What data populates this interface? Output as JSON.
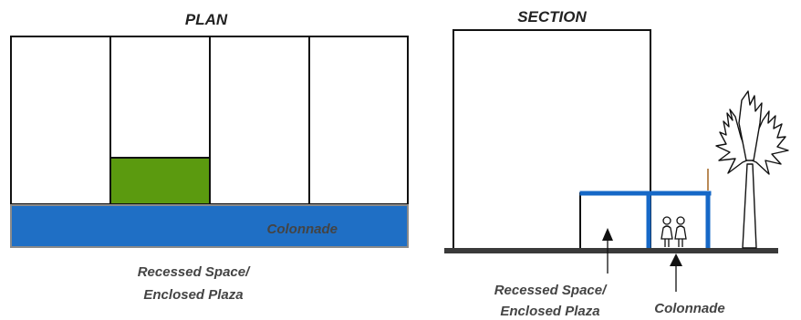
{
  "plan": {
    "title": "PLAN",
    "colonnade_label": "Colonnade",
    "caption_line1": "Recessed Space/",
    "caption_line2": "Enclosed Plaza"
  },
  "section": {
    "title": "SECTION",
    "recessed_label_line1": "Recessed Space/",
    "recessed_label_line2": "Enclosed Plaza",
    "colonnade_label": "Colonnade"
  },
  "colors": {
    "outline": "#111111",
    "colonnade_fill": "#1F6FC5",
    "colonnade_frame": "#1668C7",
    "plaza_fill": "#5B9A0F",
    "ground": "#3A3A3A",
    "caption_text": "#444444",
    "pole": "#B98A57"
  },
  "icons": {
    "people": "people-icon",
    "palm_tree": "palm-tree-icon"
  }
}
